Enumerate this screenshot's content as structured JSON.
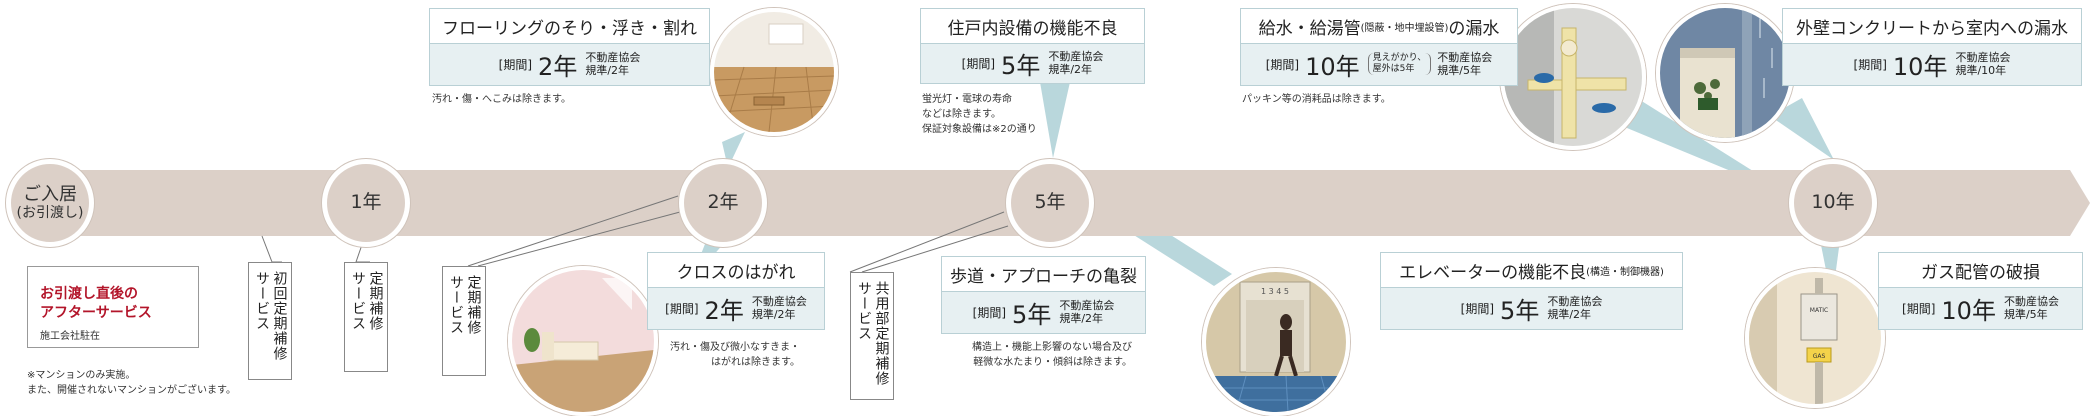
{
  "milestones": {
    "move_in": {
      "line1": "ご入居",
      "line2": "(お引渡し)"
    },
    "y1": "1年",
    "y2": "2年",
    "y5": "5年",
    "y10": "10年"
  },
  "after_service": {
    "title_line1": "お引渡し直後の",
    "title_line2": "アフターサービス",
    "sub": "施工会社駐在",
    "note_line1": "※マンションのみ実施。",
    "note_line2": "また、開催されないマンションがございます。"
  },
  "service_labels": {
    "first_periodic": {
      "col1": "初回定期補修",
      "col2": "サービス"
    },
    "periodic_1": {
      "col1": "定期補修",
      "col2": "サービス"
    },
    "periodic_2": {
      "col1": "定期補修",
      "col2": "サービス"
    },
    "common_area": {
      "col1": "共用部定期補修",
      "col2": "サービス"
    }
  },
  "common": {
    "period_label": "[期間]",
    "assoc_line1": "不動産協会"
  },
  "items": {
    "flooring": {
      "title": "フローリングのそり・浮き・割れ",
      "years": "2年",
      "standard": "規準/2年",
      "note_line1": "汚れ・傷・へこみは除きます。"
    },
    "equipment": {
      "title": "住戸内設備の機能不良",
      "years": "5年",
      "standard": "規準/2年",
      "note_line1": "蛍光灯・電球の寿命",
      "note_line2": "などは除きます。",
      "note_line3": "保証対象設備は※2の通り"
    },
    "water_pipe": {
      "title_main": "給水・給湯管",
      "title_small": "(隠蔽・地中埋設管)",
      "title_end": "の漏水",
      "years": "10年",
      "paren_line1": "見えがかり、",
      "paren_line2": "屋外は5年",
      "standard": "規準/5年",
      "note_line1": "パッキン等の消耗品は除きます。"
    },
    "exterior_wall": {
      "title": "外壁コンクリートから室内への漏水",
      "years": "10年",
      "standard": "規準/10年"
    },
    "cloth": {
      "title": "クロスのはがれ",
      "years": "2年",
      "standard": "規準/2年",
      "note_line1": "汚れ・傷及び微小なすきま・",
      "note_line2": "はがれは除きます。"
    },
    "walkway": {
      "title": "歩道・アプローチの亀裂",
      "years": "5年",
      "standard": "規準/2年",
      "note_line1": "構造上・機能上影響のない場合及び",
      "note_line2": "軽微な水たまり・傾斜は除きます。"
    },
    "elevator": {
      "title_main": "エレベーターの機能不良",
      "title_small": "(構造・制御機器)",
      "years": "5年",
      "standard": "規準/2年"
    },
    "gas_pipe": {
      "title": "ガス配管の破損",
      "years": "10年",
      "standard": "規準/5年"
    }
  },
  "photo_text": {
    "elevator_floor": "1 3 4 5",
    "gas_meter_top": "MATIC",
    "gas_label": "GAS"
  },
  "colors": {
    "timeline": "#dcd0c8",
    "box_fill": "#e7f0f2",
    "box_border": "#b9d0d5",
    "callout": "#b9d7dc",
    "accent_red": "#b3152a"
  }
}
